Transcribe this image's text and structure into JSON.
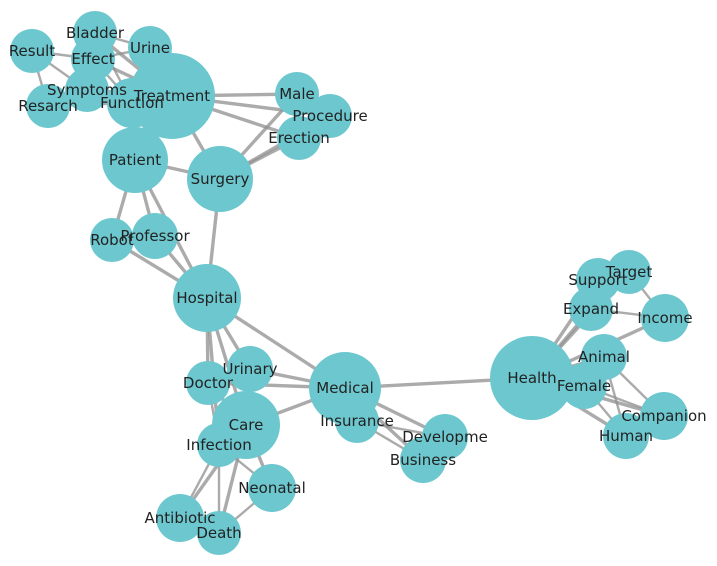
{
  "nodes": [
    {
      "id": "Result"
    },
    {
      "id": "Bladder"
    },
    {
      "id": "Effect"
    },
    {
      "id": "Urine"
    },
    {
      "id": "Symptoms"
    },
    {
      "id": "Resarch"
    },
    {
      "id": "Function"
    },
    {
      "id": "Treatment"
    },
    {
      "id": "Male"
    },
    {
      "id": "Procedure"
    },
    {
      "id": "Erection"
    },
    {
      "id": "Patient"
    },
    {
      "id": "Surgery"
    },
    {
      "id": "Professor"
    },
    {
      "id": "Robot"
    },
    {
      "id": "Hospital"
    },
    {
      "id": "Urinary"
    },
    {
      "id": "Doctor"
    },
    {
      "id": "Medical"
    },
    {
      "id": "Care"
    },
    {
      "id": "Infection"
    },
    {
      "id": "Insurance"
    },
    {
      "id": "Developme"
    },
    {
      "id": "Business"
    },
    {
      "id": "Neonatal"
    },
    {
      "id": "Antibiotic"
    },
    {
      "id": "Death"
    },
    {
      "id": "Health"
    },
    {
      "id": "Support"
    },
    {
      "id": "Target"
    },
    {
      "id": "Expand"
    },
    {
      "id": "Income"
    },
    {
      "id": "Animal"
    },
    {
      "id": "Female"
    },
    {
      "id": "Companion"
    },
    {
      "id": "Human"
    }
  ],
  "edges": [
    [
      "Result",
      "Effect"
    ],
    [
      "Result",
      "Resarch"
    ],
    [
      "Result",
      "Symptoms"
    ],
    [
      "Bladder",
      "Effect"
    ],
    [
      "Bladder",
      "Treatment"
    ],
    [
      "Bladder",
      "Function"
    ],
    [
      "Bladder",
      "Urine"
    ],
    [
      "Effect",
      "Treatment"
    ],
    [
      "Effect",
      "Function"
    ],
    [
      "Effect",
      "Symptoms"
    ],
    [
      "Urine",
      "Treatment"
    ],
    [
      "Urine",
      "Function"
    ],
    [
      "Urine",
      "Effect"
    ],
    [
      "Symptoms",
      "Treatment"
    ],
    [
      "Symptoms",
      "Resarch"
    ],
    [
      "Symptoms",
      "Function"
    ],
    [
      "Resarch",
      "Function"
    ],
    [
      "Resarch",
      "Treatment"
    ],
    [
      "Function",
      "Treatment"
    ],
    [
      "Function",
      "Patient"
    ],
    [
      "Treatment",
      "Patient"
    ],
    [
      "Treatment",
      "Male"
    ],
    [
      "Treatment",
      "Procedure"
    ],
    [
      "Treatment",
      "Erection"
    ],
    [
      "Treatment",
      "Surgery"
    ],
    [
      "Male",
      "Procedure"
    ],
    [
      "Male",
      "Erection"
    ],
    [
      "Male",
      "Surgery"
    ],
    [
      "Procedure",
      "Erection"
    ],
    [
      "Procedure",
      "Surgery"
    ],
    [
      "Erection",
      "Surgery"
    ],
    [
      "Patient",
      "Surgery"
    ],
    [
      "Patient",
      "Professor"
    ],
    [
      "Patient",
      "Robot"
    ],
    [
      "Patient",
      "Hospital"
    ],
    [
      "Robot",
      "Professor"
    ],
    [
      "Robot",
      "Hospital"
    ],
    [
      "Professor",
      "Hospital"
    ],
    [
      "Surgery",
      "Hospital"
    ],
    [
      "Hospital",
      "Urinary"
    ],
    [
      "Hospital",
      "Doctor"
    ],
    [
      "Hospital",
      "Care"
    ],
    [
      "Hospital",
      "Medical"
    ],
    [
      "Hospital",
      "Infection"
    ],
    [
      "Urinary",
      "Doctor"
    ],
    [
      "Urinary",
      "Care"
    ],
    [
      "Urinary",
      "Medical"
    ],
    [
      "Doctor",
      "Care"
    ],
    [
      "Doctor",
      "Medical"
    ],
    [
      "Doctor",
      "Infection"
    ],
    [
      "Care",
      "Infection"
    ],
    [
      "Care",
      "Medical"
    ],
    [
      "Care",
      "Neonatal"
    ],
    [
      "Care",
      "Death"
    ],
    [
      "Care",
      "Antibiotic"
    ],
    [
      "Infection",
      "Neonatal"
    ],
    [
      "Infection",
      "Antibiotic"
    ],
    [
      "Infection",
      "Death"
    ],
    [
      "Antibiotic",
      "Death"
    ],
    [
      "Neonatal",
      "Death"
    ],
    [
      "Medical",
      "Insurance"
    ],
    [
      "Medical",
      "Developme"
    ],
    [
      "Medical",
      "Business"
    ],
    [
      "Medical",
      "Health"
    ],
    [
      "Insurance",
      "Developme"
    ],
    [
      "Insurance",
      "Business"
    ],
    [
      "Developme",
      "Business"
    ],
    [
      "Health",
      "Support"
    ],
    [
      "Health",
      "Target"
    ],
    [
      "Health",
      "Expand"
    ],
    [
      "Health",
      "Income"
    ],
    [
      "Health",
      "Animal"
    ],
    [
      "Health",
      "Female"
    ],
    [
      "Health",
      "Companion"
    ],
    [
      "Health",
      "Human"
    ],
    [
      "Support",
      "Target"
    ],
    [
      "Support",
      "Expand"
    ],
    [
      "Target",
      "Income"
    ],
    [
      "Expand",
      "Income"
    ],
    [
      "Animal",
      "Female"
    ],
    [
      "Animal",
      "Companion"
    ],
    [
      "Animal",
      "Human"
    ],
    [
      "Female",
      "Companion"
    ],
    [
      "Female",
      "Human"
    ],
    [
      "Companion",
      "Human"
    ]
  ]
}
